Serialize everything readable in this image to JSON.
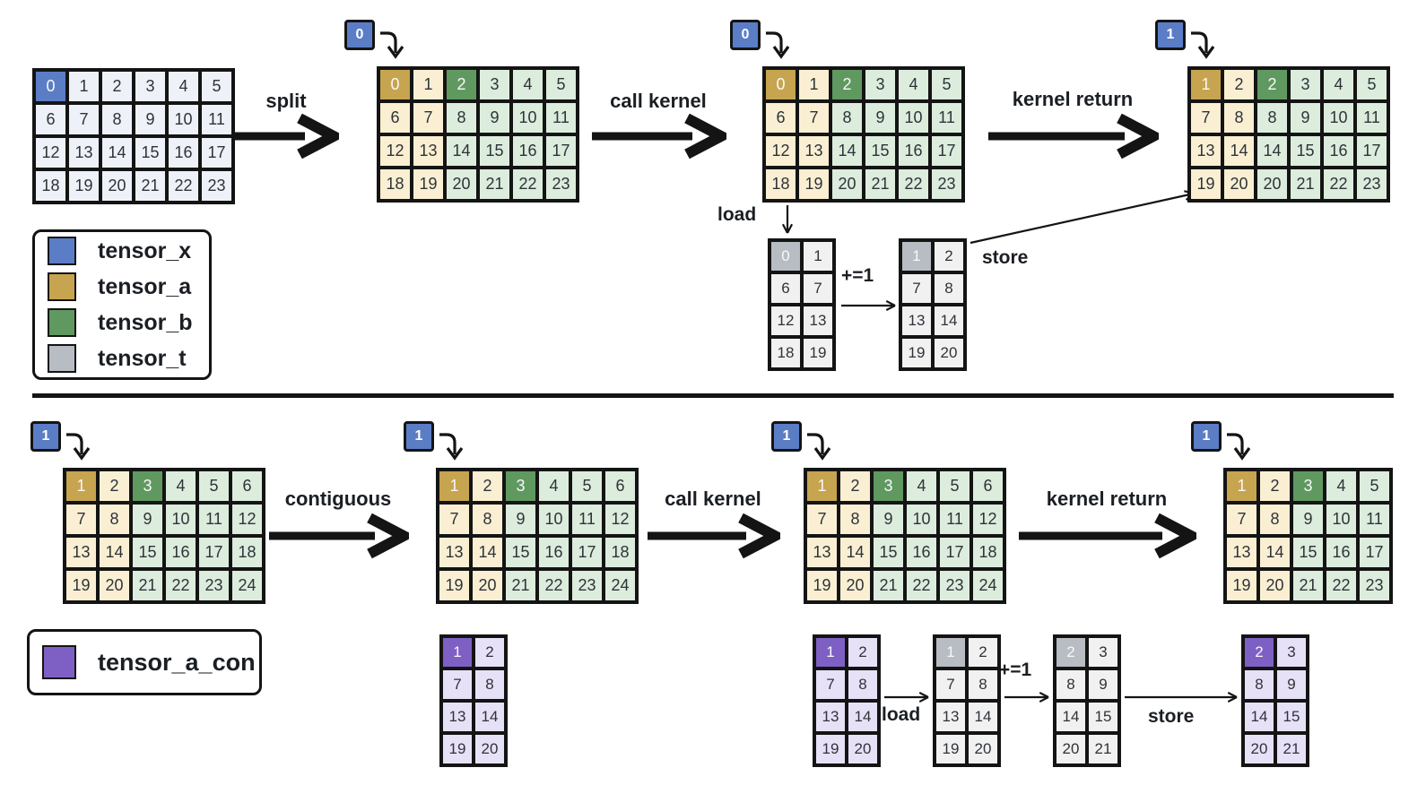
{
  "colors": {
    "x": "#5b7dc6",
    "aD": "#c7a44f",
    "aL": "#faefd3",
    "bD": "#5f9960",
    "gL": "#dcecdd",
    "tD": "#b8bcc3",
    "tL": "#f1f1f2",
    "pD": "#7e60c4",
    "pL": "#e7e1f8",
    "p": "#eef1f8"
  },
  "labels": {
    "split": "split",
    "call_kernel": "call kernel",
    "kernel_return": "kernel return",
    "contiguous": "contiguous",
    "load": "load",
    "store": "store",
    "inc": "+=1"
  },
  "legends": [
    {
      "items": [
        {
          "label": "tensor_x",
          "color": "x"
        },
        {
          "label": "tensor_a",
          "color": "aD"
        },
        {
          "label": "tensor_b",
          "color": "bD"
        },
        {
          "label": "tensor_t",
          "color": "tD"
        }
      ]
    },
    {
      "items": [
        {
          "label": "tensor_a_con",
          "color": "pD"
        }
      ]
    }
  ],
  "grids": {
    "x0": {
      "rows": [
        [
          [
            "0",
            "x"
          ],
          [
            "1",
            "p"
          ],
          [
            "2",
            "p"
          ],
          [
            "3",
            "p"
          ],
          [
            "4",
            "p"
          ],
          [
            "5",
            "p"
          ]
        ],
        [
          [
            "6",
            "p"
          ],
          [
            "7",
            "p"
          ],
          [
            "8",
            "p"
          ],
          [
            "9",
            "p"
          ],
          [
            "10",
            "p"
          ],
          [
            "11",
            "p"
          ]
        ],
        [
          [
            "12",
            "p"
          ],
          [
            "13",
            "p"
          ],
          [
            "14",
            "p"
          ],
          [
            "15",
            "p"
          ],
          [
            "16",
            "p"
          ],
          [
            "17",
            "p"
          ]
        ],
        [
          [
            "18",
            "p"
          ],
          [
            "19",
            "p"
          ],
          [
            "20",
            "p"
          ],
          [
            "21",
            "p"
          ],
          [
            "22",
            "p"
          ],
          [
            "23",
            "p"
          ]
        ]
      ]
    },
    "view0": {
      "marker": "0",
      "rows": [
        [
          [
            "0",
            "aD"
          ],
          [
            "1",
            "aL"
          ],
          [
            "2",
            "bD"
          ],
          [
            "3",
            "gL"
          ],
          [
            "4",
            "gL"
          ],
          [
            "5",
            "gL"
          ]
        ],
        [
          [
            "6",
            "aL"
          ],
          [
            "7",
            "aL"
          ],
          [
            "8",
            "gL"
          ],
          [
            "9",
            "gL"
          ],
          [
            "10",
            "gL"
          ],
          [
            "11",
            "gL"
          ]
        ],
        [
          [
            "12",
            "aL"
          ],
          [
            "13",
            "aL"
          ],
          [
            "14",
            "gL"
          ],
          [
            "15",
            "gL"
          ],
          [
            "16",
            "gL"
          ],
          [
            "17",
            "gL"
          ]
        ],
        [
          [
            "18",
            "aL"
          ],
          [
            "19",
            "aL"
          ],
          [
            "20",
            "gL"
          ],
          [
            "21",
            "gL"
          ],
          [
            "22",
            "gL"
          ],
          [
            "23",
            "gL"
          ]
        ]
      ]
    },
    "ret1": {
      "marker": "1",
      "rows": [
        [
          [
            "1",
            "aD"
          ],
          [
            "2",
            "aL"
          ],
          [
            "2",
            "bD"
          ],
          [
            "3",
            "gL"
          ],
          [
            "4",
            "gL"
          ],
          [
            "5",
            "gL"
          ]
        ],
        [
          [
            "7",
            "aL"
          ],
          [
            "8",
            "aL"
          ],
          [
            "8",
            "gL"
          ],
          [
            "9",
            "gL"
          ],
          [
            "10",
            "gL"
          ],
          [
            "11",
            "gL"
          ]
        ],
        [
          [
            "13",
            "aL"
          ],
          [
            "14",
            "aL"
          ],
          [
            "14",
            "gL"
          ],
          [
            "15",
            "gL"
          ],
          [
            "16",
            "gL"
          ],
          [
            "17",
            "gL"
          ]
        ],
        [
          [
            "19",
            "aL"
          ],
          [
            "20",
            "aL"
          ],
          [
            "20",
            "gL"
          ],
          [
            "21",
            "gL"
          ],
          [
            "22",
            "gL"
          ],
          [
            "23",
            "gL"
          ]
        ]
      ]
    },
    "t_load": {
      "rows": [
        [
          [
            "0",
            "tD"
          ],
          [
            "1",
            "tL"
          ]
        ],
        [
          [
            "6",
            "tL"
          ],
          [
            "7",
            "tL"
          ]
        ],
        [
          [
            "12",
            "tL"
          ],
          [
            "13",
            "tL"
          ]
        ],
        [
          [
            "18",
            "tL"
          ],
          [
            "19",
            "tL"
          ]
        ]
      ]
    },
    "t_inc": {
      "rows": [
        [
          [
            "1",
            "tD"
          ],
          [
            "2",
            "tL"
          ]
        ],
        [
          [
            "7",
            "tL"
          ],
          [
            "8",
            "tL"
          ]
        ],
        [
          [
            "13",
            "tL"
          ],
          [
            "14",
            "tL"
          ]
        ],
        [
          [
            "19",
            "tL"
          ],
          [
            "20",
            "tL"
          ]
        ]
      ]
    },
    "b_view": {
      "marker": "1",
      "rows": [
        [
          [
            "1",
            "aD"
          ],
          [
            "2",
            "aL"
          ],
          [
            "3",
            "bD"
          ],
          [
            "4",
            "gL"
          ],
          [
            "5",
            "gL"
          ],
          [
            "6",
            "gL"
          ]
        ],
        [
          [
            "7",
            "aL"
          ],
          [
            "8",
            "aL"
          ],
          [
            "9",
            "gL"
          ],
          [
            "10",
            "gL"
          ],
          [
            "11",
            "gL"
          ],
          [
            "12",
            "gL"
          ]
        ],
        [
          [
            "13",
            "aL"
          ],
          [
            "14",
            "aL"
          ],
          [
            "15",
            "gL"
          ],
          [
            "16",
            "gL"
          ],
          [
            "17",
            "gL"
          ],
          [
            "18",
            "gL"
          ]
        ],
        [
          [
            "19",
            "aL"
          ],
          [
            "20",
            "aL"
          ],
          [
            "21",
            "gL"
          ],
          [
            "22",
            "gL"
          ],
          [
            "23",
            "gL"
          ],
          [
            "24",
            "gL"
          ]
        ]
      ]
    },
    "b_ret": {
      "marker": "1",
      "rows": [
        [
          [
            "1",
            "aD"
          ],
          [
            "2",
            "aL"
          ],
          [
            "3",
            "bD"
          ],
          [
            "4",
            "gL"
          ],
          [
            "5",
            "gL"
          ]
        ],
        [
          [
            "7",
            "aL"
          ],
          [
            "8",
            "aL"
          ],
          [
            "9",
            "gL"
          ],
          [
            "10",
            "gL"
          ],
          [
            "11",
            "gL"
          ]
        ],
        [
          [
            "13",
            "aL"
          ],
          [
            "14",
            "aL"
          ],
          [
            "15",
            "gL"
          ],
          [
            "16",
            "gL"
          ],
          [
            "17",
            "gL"
          ]
        ],
        [
          [
            "19",
            "aL"
          ],
          [
            "20",
            "aL"
          ],
          [
            "21",
            "gL"
          ],
          [
            "22",
            "gL"
          ],
          [
            "23",
            "gL"
          ]
        ]
      ]
    },
    "con": {
      "rows": [
        [
          [
            "1",
            "pD"
          ],
          [
            "2",
            "pL"
          ]
        ],
        [
          [
            "7",
            "pL"
          ],
          [
            "8",
            "pL"
          ]
        ],
        [
          [
            "13",
            "pL"
          ],
          [
            "14",
            "pL"
          ]
        ],
        [
          [
            "19",
            "pL"
          ],
          [
            "20",
            "pL"
          ]
        ]
      ]
    },
    "con_inc": {
      "rows": [
        [
          [
            "2",
            "pD"
          ],
          [
            "3",
            "pL"
          ]
        ],
        [
          [
            "8",
            "pL"
          ],
          [
            "9",
            "pL"
          ]
        ],
        [
          [
            "14",
            "pL"
          ],
          [
            "15",
            "pL"
          ]
        ],
        [
          [
            "20",
            "pL"
          ],
          [
            "21",
            "pL"
          ]
        ]
      ]
    },
    "t2_load": {
      "rows": [
        [
          [
            "1",
            "tD"
          ],
          [
            "2",
            "tL"
          ]
        ],
        [
          [
            "7",
            "tL"
          ],
          [
            "8",
            "tL"
          ]
        ],
        [
          [
            "13",
            "tL"
          ],
          [
            "14",
            "tL"
          ]
        ],
        [
          [
            "19",
            "tL"
          ],
          [
            "20",
            "tL"
          ]
        ]
      ]
    },
    "t2_inc": {
      "rows": [
        [
          [
            "2",
            "tD"
          ],
          [
            "3",
            "tL"
          ]
        ],
        [
          [
            "8",
            "tL"
          ],
          [
            "9",
            "tL"
          ]
        ],
        [
          [
            "14",
            "tL"
          ],
          [
            "15",
            "tL"
          ]
        ],
        [
          [
            "20",
            "tL"
          ],
          [
            "21",
            "tL"
          ]
        ]
      ]
    }
  }
}
